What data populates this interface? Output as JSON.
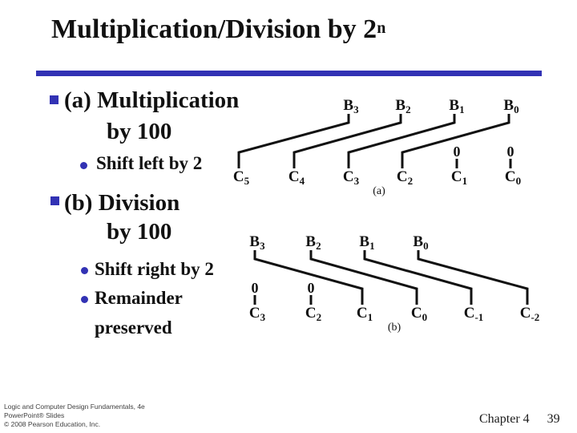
{
  "title": {
    "main": "Multiplication/Division by 2",
    "exponent": "n"
  },
  "colors": {
    "accent_blue": "#3232b4",
    "line_black": "#111111"
  },
  "bullets": {
    "a_heading_line1": "(a) Multiplication",
    "a_heading_line2": "by 100",
    "a_sub1": "Shift left by 2",
    "b_heading_line1": "(b) Division",
    "b_heading_line2": "by 100",
    "b_sub1": "Shift right by 2",
    "b_sub2_line1": "Remainder",
    "b_sub2_line2": "preserved"
  },
  "diagrams": {
    "a": {
      "caption": "(a)",
      "top_labels": [
        {
          "base": "B",
          "sub": "3"
        },
        {
          "base": "B",
          "sub": "2"
        },
        {
          "base": "B",
          "sub": "1"
        },
        {
          "base": "B",
          "sub": "0"
        }
      ],
      "bottom_labels": [
        {
          "base": "C",
          "sub": "5"
        },
        {
          "base": "C",
          "sub": "4"
        },
        {
          "base": "C",
          "sub": "3"
        },
        {
          "base": "C",
          "sub": "2"
        },
        {
          "base": "C",
          "sub": "1"
        },
        {
          "base": "C",
          "sub": "0"
        }
      ],
      "zero_label": "0",
      "zero_columns": [
        4,
        5
      ],
      "connections": [
        [
          0,
          0
        ],
        [
          1,
          1
        ],
        [
          2,
          2
        ],
        [
          3,
          3
        ]
      ]
    },
    "b": {
      "caption": "(b)",
      "top_labels": [
        {
          "base": "B",
          "sub": "3"
        },
        {
          "base": "B",
          "sub": "2"
        },
        {
          "base": "B",
          "sub": "1"
        },
        {
          "base": "B",
          "sub": "0"
        }
      ],
      "bottom_labels": [
        {
          "base": "C",
          "sub": "3"
        },
        {
          "base": "C",
          "sub": "2"
        },
        {
          "base": "C",
          "sub": "1"
        },
        {
          "base": "C",
          "sub": "0"
        },
        {
          "base": "C",
          "sub": "-1"
        },
        {
          "base": "C",
          "sub": "-2"
        }
      ],
      "zero_label": "0",
      "zero_columns": [
        0,
        1
      ],
      "connections": [
        [
          0,
          2
        ],
        [
          1,
          3
        ],
        [
          2,
          4
        ],
        [
          3,
          5
        ]
      ]
    }
  },
  "footer": {
    "credit_line1": "Logic and Computer Design Fundamentals, 4e",
    "credit_line2": "PowerPoint® Slides",
    "credit_line3": "© 2008 Pearson Education, Inc.",
    "chapter": "Chapter 4",
    "page_number": "39"
  }
}
